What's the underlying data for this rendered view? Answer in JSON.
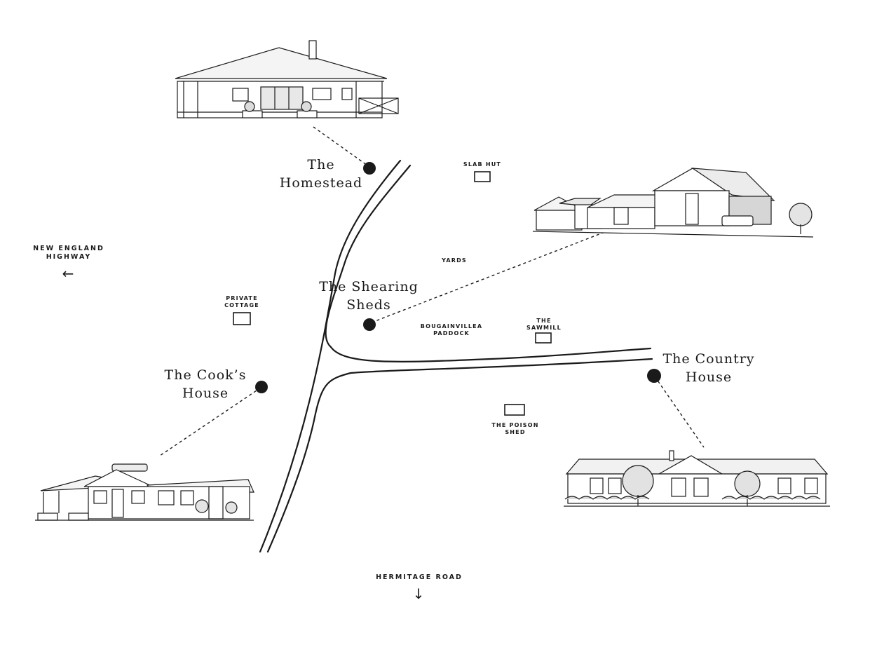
{
  "colors": {
    "ink": "#1a1a1a",
    "paper": "#ffffff"
  },
  "locations": {
    "homestead": {
      "line1": "The",
      "line2": "Homestead"
    },
    "shearing": {
      "line1": "The Shearing",
      "line2": "Sheds"
    },
    "cooks": {
      "line1": "The Cook’s",
      "line2": "House"
    },
    "country": {
      "line1": "The Country",
      "line2": "House"
    }
  },
  "minor": {
    "slab_hut": "SLAB HUT",
    "yards": "YARDS",
    "private_cottage": {
      "line1": "PRIVATE",
      "line2": "COTTAGE"
    },
    "bougainvillea": {
      "line1": "BOUGAINVILLEA",
      "line2": "PADDOCK"
    },
    "sawmill": {
      "line1": "THE",
      "line2": "SAWMILL"
    },
    "poison_shed": {
      "line1": "THE POISON",
      "line2": "SHED"
    }
  },
  "directions": {
    "highway": {
      "line1": "NEW ENGLAND",
      "line2": "HIGHWAY",
      "arrow": "←"
    },
    "hermitage": {
      "label": "HERMITAGE ROAD",
      "arrow": "↓"
    }
  },
  "icons": {
    "homestead": "homestead-drawing-icon",
    "shearing": "shearing-sheds-drawing-icon",
    "cooks": "cooks-house-drawing-icon",
    "country": "country-house-drawing-icon"
  }
}
